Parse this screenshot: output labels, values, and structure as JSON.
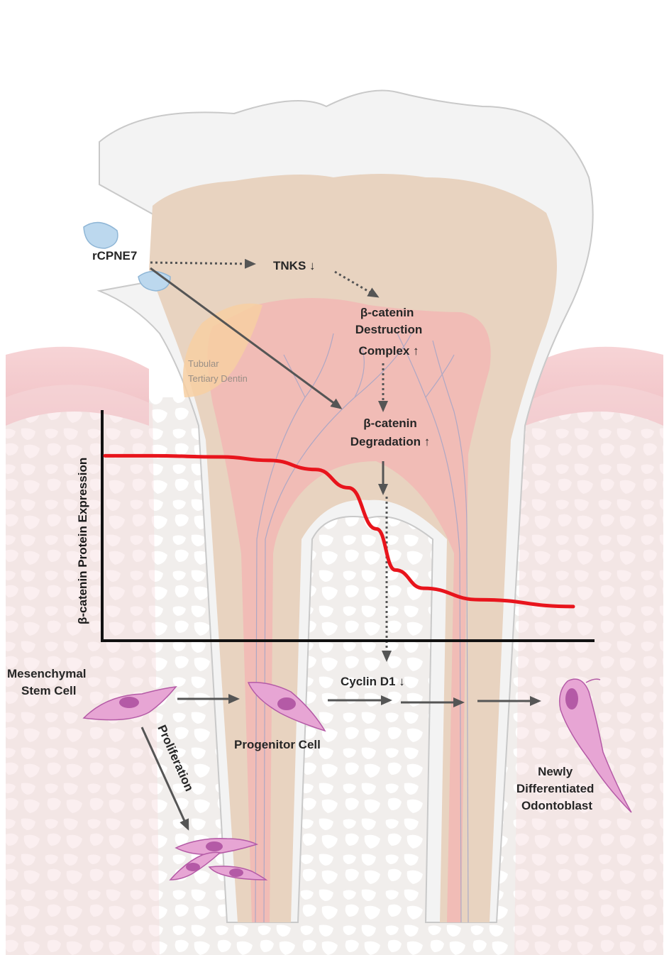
{
  "labels": {
    "rcpne7": "rCPNE7",
    "tnks": "TNKS",
    "destruction_line1": "β-catenin",
    "destruction_line2": "Destruction",
    "destruction_line3": "Complex",
    "degradation_line1": "β-catenin",
    "degradation_line2": "Degradation",
    "dentin_line1": "Tubular",
    "dentin_line2": "Tertiary  Dentin",
    "y_axis": "β-catenin Protein Expression",
    "msc_line1": "Mesenchymal",
    "msc_line2": "Stem Cell",
    "progenitor": "Progenitor Cell",
    "cyclin": "Cyclin D1",
    "proliferation": "Proliferation",
    "odonto_line1": "Newly",
    "odonto_line2": "Differentiated",
    "odonto_line3": "Odontoblast"
  },
  "arrows": {
    "down": "↓",
    "up": "↑"
  },
  "colors": {
    "curve": "#e8141c",
    "axis": "#111111",
    "arrow": "#555555",
    "pulp": "#f2b9b5",
    "dentin": "#e8d3c0",
    "enamel": "#f3f3f3",
    "gum": "#f4c9cd",
    "bone": "#f1eeec",
    "cell": "#e7a5d4",
    "nucleus": "#b45aa6",
    "droplet": "#bcd8ee",
    "tertiary_dentin": "#f7cfa2"
  },
  "chart_data": {
    "type": "line",
    "title": "",
    "xlabel": "",
    "ylabel": "β-catenin Protein Expression",
    "series": [
      {
        "values": [
          [
            0.0,
            0.8
          ],
          [
            0.1,
            0.8
          ],
          [
            0.25,
            0.795
          ],
          [
            0.35,
            0.78
          ],
          [
            0.45,
            0.74
          ],
          [
            0.52,
            0.66
          ],
          [
            0.58,
            0.48
          ],
          [
            0.62,
            0.3
          ],
          [
            0.68,
            0.22
          ],
          [
            0.8,
            0.17
          ],
          [
            1.0,
            0.14
          ]
        ]
      }
    ]
  }
}
